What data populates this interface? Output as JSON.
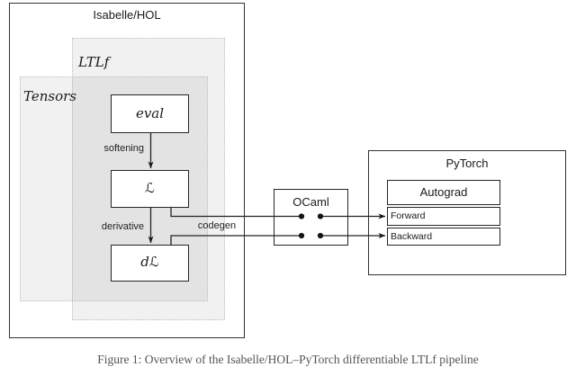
{
  "diagram": {
    "isabelle": {
      "title": "Isabelle/HOL"
    },
    "ltlf": {
      "label": "LTLf"
    },
    "tensors": {
      "label": "Tensors"
    },
    "nodes": {
      "eval": "eval",
      "loss": "ℒ",
      "dloss": "dℒ"
    },
    "edges": {
      "softening": "softening",
      "derivative": "derivative",
      "codegen": "codegen"
    },
    "ocaml": {
      "title": "OCaml"
    },
    "pytorch": {
      "title": "PyTorch",
      "autograd": {
        "header": "Autograd",
        "rows": [
          "Forward",
          "Backward"
        ]
      },
      "ellipsis": "· · ·"
    }
  },
  "caption": {
    "text": "Figure 1: Overview of the Isabelle/HOL–PyTorch differentiable LTLf pipeline"
  },
  "colors": {
    "line": "#232323",
    "box_border": "#252525",
    "outer_border": "#333333",
    "shade_fill": "rgba(0,0,0,0.055)",
    "background": "#ffffff"
  }
}
